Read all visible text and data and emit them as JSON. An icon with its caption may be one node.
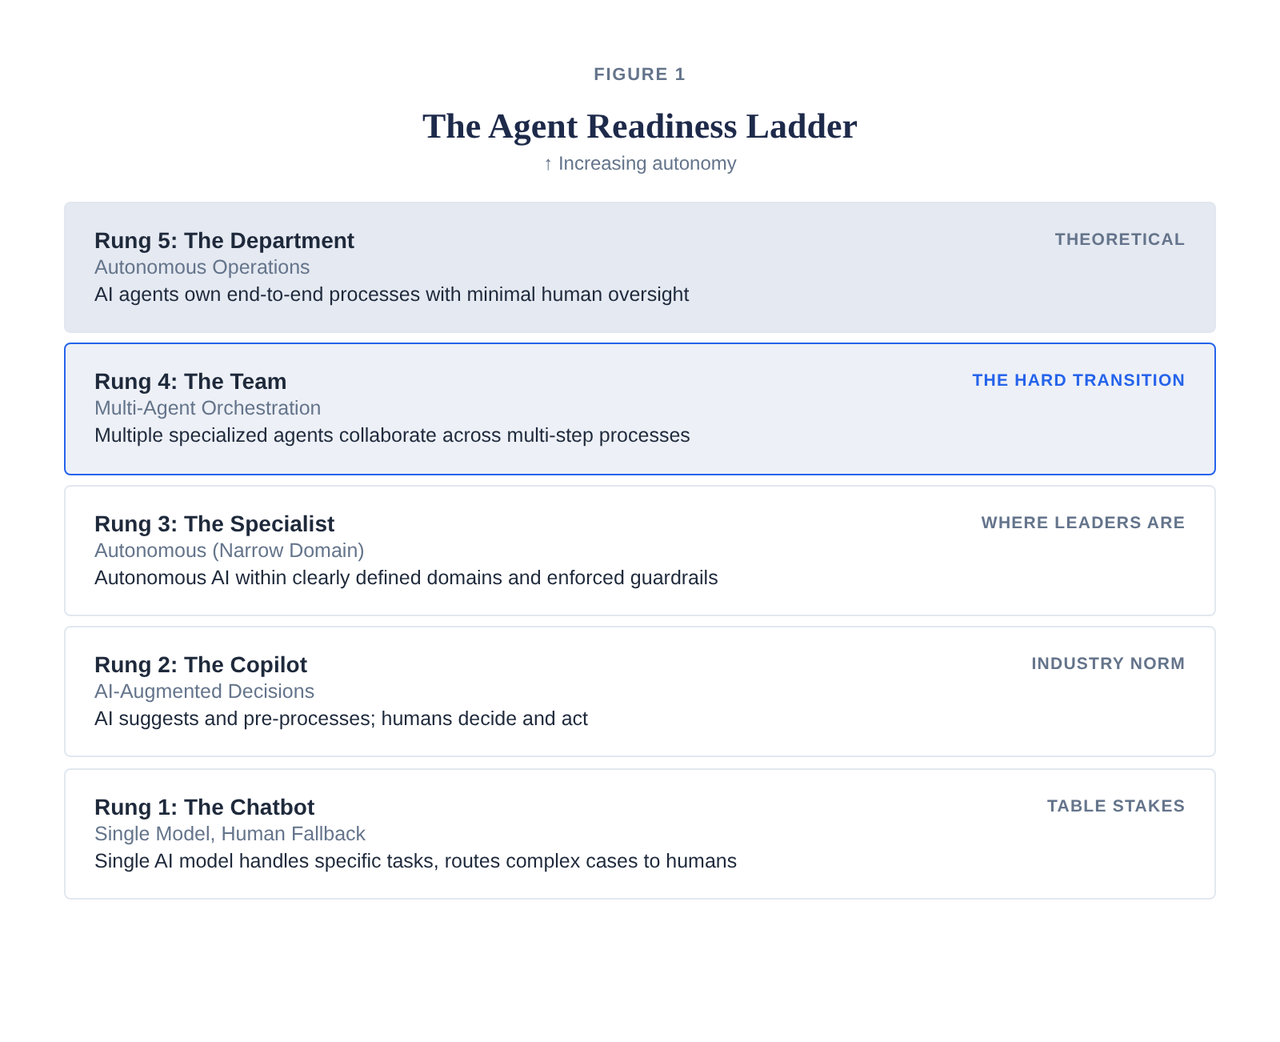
{
  "diagram": {
    "title": "The Agent Readiness Ladder",
    "nodes": [
      {
        "text": [
          "Rung 5: The Department",
          "Autonomous Operations",
          "AI agents own end-to-end processes with minimal human oversight",
          "THEORETICAL"
        ]
      },
      {
        "text": [
          "Rung 4: The Team",
          "Multi-Agent Orchestration",
          "Multiple specialized agents collaborate across multi-step processes",
          "THE HARD TRANSITION"
        ]
      },
      {
        "text": [
          "Rung 3: The Specialist",
          "Autonomous (Narrow Domain)",
          "Autonomous AI within clearly defined domains and enforced guardrails",
          "WHERE LEADERS ARE"
        ]
      },
      {
        "text": [
          "Rung 2: The Copilot",
          "AI-Augmented Decisions",
          "AI suggests and pre-processes; humans decide and act",
          "INDUSTRY NORM"
        ]
      },
      {
        "text": [
          "Rung 1: The Chatbot",
          "Single Model, Human Fallback",
          "Single AI model handles specific tasks, routes complex cases to humans",
          "TABLE STAKES"
        ]
      }
    ],
    "labels": [
      "FIGURE 1",
      "↑ Increasing autonomy"
    ]
  }
}
